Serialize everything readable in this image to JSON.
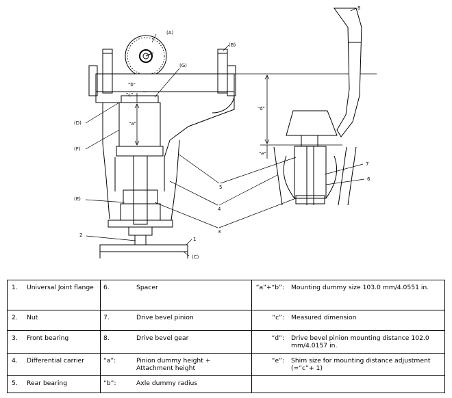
{
  "diagram": {
    "callouts": {
      "A": "(A)",
      "B": "(B)",
      "C": "(C)",
      "D": "(D)",
      "E": "(E)",
      "F": "(F)",
      "G": "(G)",
      "a": "\"a\"",
      "b": "\"b\"",
      "c": "\"c\"",
      "d": "\"d\"",
      "e": "\"e\"",
      "n1": "1",
      "n2": "2",
      "n3": "3",
      "n4": "4",
      "n5": "5",
      "n6": "6",
      "n7": "7",
      "n8": "8"
    }
  },
  "legend": {
    "rows": [
      [
        {
          "key": "1.",
          "text": "Universal Joint flange"
        },
        {
          "key": "6.",
          "text": "Spacer"
        },
        {
          "key": "“a”+“b”:",
          "text": "Mounting dummy size 103.0 mm/4.0551 in."
        }
      ],
      [
        {
          "key": "2.",
          "text": "Nut"
        },
        {
          "key": "7.",
          "text": "Drive bevel pinion"
        },
        {
          "key": "“c”:",
          "text": "Measured dimension"
        }
      ],
      [
        {
          "key": "3.",
          "text": "Front bearing"
        },
        {
          "key": "8.",
          "text": "Drive bevel gear"
        },
        {
          "key": "“d”:",
          "text": "Drive bevel pinion mounting distance 102.0 mm/4.0157 in."
        }
      ],
      [
        {
          "key": "4.",
          "text": "Differential carrier"
        },
        {
          "key": "“a”:",
          "text": "Pinion dummy height + Attachment height"
        },
        {
          "key": "“e”:",
          "text": "Shim size for mounting distance adjustment (=“c”+ 1)"
        }
      ],
      [
        {
          "key": "5.",
          "text": "Rear bearing"
        },
        {
          "key": "“b”:",
          "text": "Axle dummy radius"
        },
        {
          "key": "",
          "text": ""
        }
      ]
    ]
  }
}
